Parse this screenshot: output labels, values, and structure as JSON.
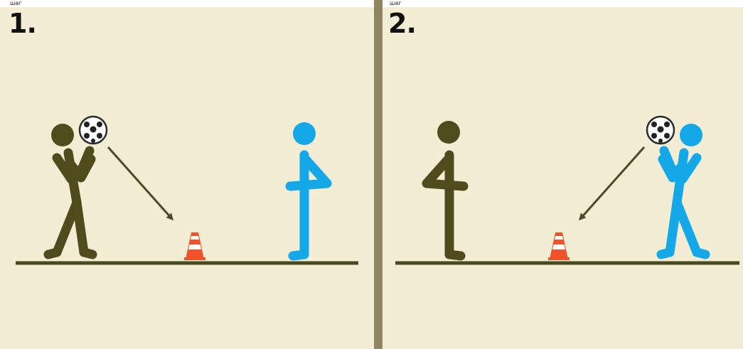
{
  "colors": {
    "background": "#f2edd3",
    "divider": "#8f8561",
    "ground": "#4a4a22",
    "player_dark": "#4f4b1c",
    "player_blue": "#14a8e8",
    "arrow": "#4a4a2a",
    "cone": "#f0522a"
  },
  "panels": [
    {
      "step_label": "1.",
      "tiny_label": "шаг",
      "ball_holder": "player_dark",
      "arrow_direction": "right"
    },
    {
      "step_label": "2.",
      "tiny_label": "шаг",
      "ball_holder": "player_blue",
      "arrow_direction": "left"
    }
  ],
  "icons": [
    "soccer-ball-icon",
    "traffic-cone-icon",
    "arrow-icon"
  ]
}
